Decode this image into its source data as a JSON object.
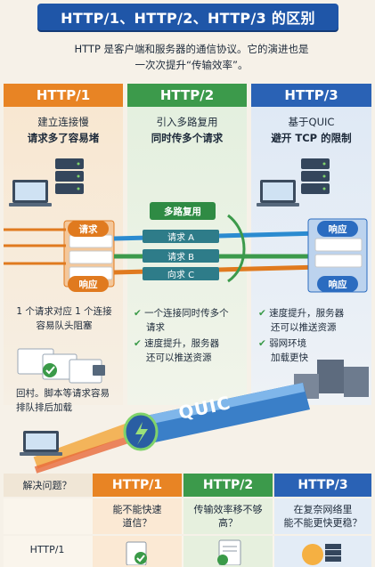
{
  "title": "HTTP/1、HTTP/2、HTTP/3 的区别",
  "intro": {
    "line1": "HTTP 是客户端和服务器的通信协议。它的演进也是",
    "line2": "一次次提升“传输效率”。"
  },
  "columns": [
    {
      "name": "HTTP/1",
      "sub1": "建立连接慢",
      "sub2": "请求多了容易堵",
      "color": "#e88424"
    },
    {
      "name": "HTTP/2",
      "sub1": "引入多路复用",
      "sub2": "同时传多个请求",
      "color": "#3c9a4b"
    },
    {
      "name": "HTTP/3",
      "sub1": "基于QUIC",
      "sub2": "避开 TCP 的限制",
      "color": "#2a62b5"
    }
  ],
  "diagram": {
    "http1_request": "请求",
    "http1_response": "响应",
    "http3_top": "响应",
    "http3_bottom": "响应",
    "multiplex_label": "多路复用",
    "requests": [
      "请求 A",
      "请求 B",
      "向求 C"
    ],
    "quic_label": "QUIC"
  },
  "notes": {
    "http1_a": [
      "1 个请求对应 1 个连接",
      "容易队头阻塞"
    ],
    "http1_b": [
      "回村。脚本等请求容易",
      "排队排后加载"
    ],
    "http2": [
      {
        "line1": "一个连接同时传多个",
        "line2": "请求"
      },
      {
        "line1": "速度提升，服务器",
        "line2": "还可以推送资源"
      }
    ],
    "http3": [
      {
        "line1": "速度提升，服务器",
        "line2": "还可以推送资源"
      },
      {
        "line1": "弱网环境",
        "line2": "加载更快"
      }
    ]
  },
  "table": {
    "corner": "解决问题？",
    "headers": [
      "HTTP/1",
      "HTTP/2",
      "HTTP/3"
    ],
    "row1": [
      "能不能快速\n道信？",
      "传输效率移不够\n高？",
      "在复奈网络里\n能不能更快更稳？"
    ],
    "row2_label": "HTTP/1"
  },
  "colors": {
    "banner": "#1f56a8",
    "http1": "#e88424",
    "http2": "#3c9a4b",
    "http3": "#2a62b5"
  }
}
